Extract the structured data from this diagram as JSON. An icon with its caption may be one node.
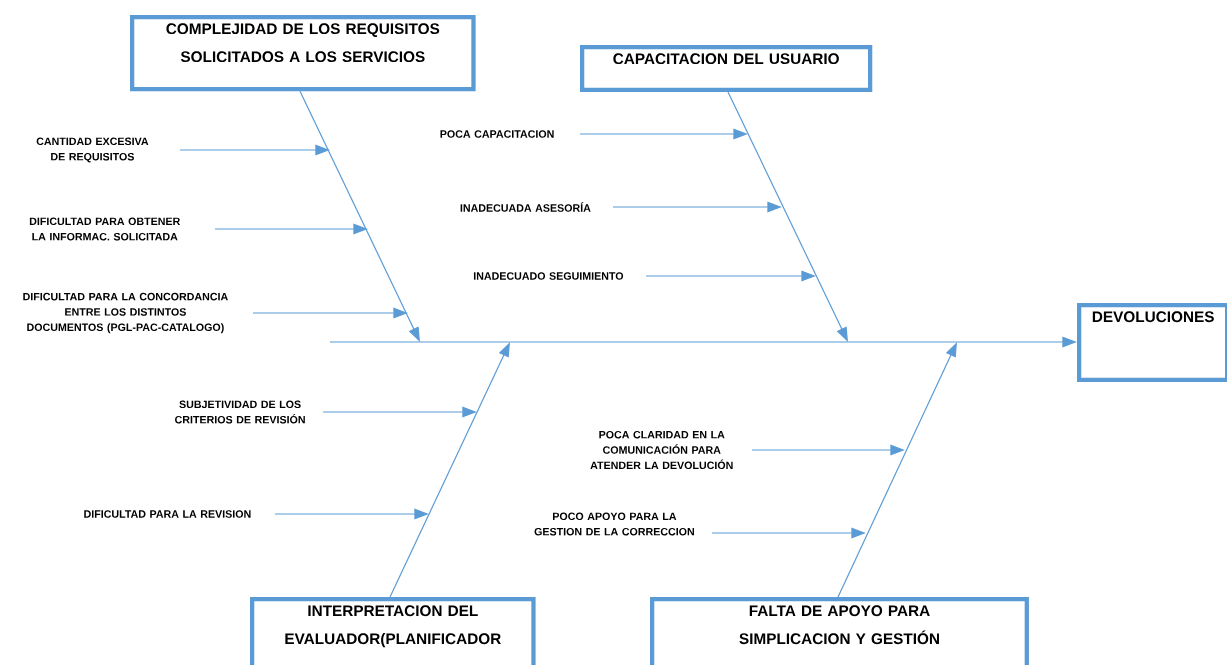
{
  "diagram": {
    "nodes": [
      {
        "text": [
          "COMPLEJIDAD DE LOS REQUISITOS SOLICITADOS A LOS SERVICIOS"
        ]
      },
      {
        "text": [
          "CAPACITACION DEL USUARIO"
        ]
      },
      {
        "text": [
          "DEVOLUCIONES"
        ]
      },
      {
        "text": [
          "INTERPRETACION DEL EVALUADOR(PLANIFICADOR"
        ]
      },
      {
        "text": [
          "FALTA DE APOYO PARA SIMPLICACION Y GESTIÓN"
        ]
      },
      {
        "text": [
          "CANTIDAD EXCESIVA DE REQUISITOS"
        ]
      },
      {
        "text": [
          "DIFICULTAD PARA OBTENER LA INFORMAC.  SOLICITADA"
        ]
      },
      {
        "text": [
          "DIFICULTAD PARA LA CONCORDANCIA ENTRE LOS DISTINTOS DOCUMENTOS (PGL-PAC-CATALOGO)"
        ]
      },
      {
        "text": [
          "POCA CAPACITACION"
        ]
      },
      {
        "text": [
          "INADECUADA ASESORÍA"
        ]
      },
      {
        "text": [
          "INADECUADO SEGUIMIENTO"
        ]
      },
      {
        "text": [
          "SUBJETIVIDAD DE LOS CRITERIOS DE REVISIÓN"
        ]
      },
      {
        "text": [
          "DIFICULTAD PARA LA REVISION"
        ]
      },
      {
        "text": [
          "POCA CLARIDAD EN LA COMUNICACIÓN PARA ATENDER LA DEVOLUCIÓN"
        ]
      },
      {
        "text": [
          "POCO APOYO PARA LA GESTION DE LA CORRECCION"
        ]
      }
    ],
    "edges": [
      {
        "from": null,
        "to": 2,
        "arrow": "to"
      },
      {
        "from": 0,
        "to": null,
        "arrow": "to"
      },
      {
        "from": 1,
        "to": null,
        "arrow": "to"
      },
      {
        "from": 3,
        "to": null,
        "arrow": "to"
      },
      {
        "from": 4,
        "to": null,
        "arrow": "to"
      },
      {
        "from": 5,
        "to": null,
        "arrow": "to"
      },
      {
        "from": 6,
        "to": null,
        "arrow": "to"
      },
      {
        "from": 7,
        "to": null,
        "arrow": "to"
      },
      {
        "from": 8,
        "to": null,
        "arrow": "to"
      },
      {
        "from": 9,
        "to": null,
        "arrow": "to"
      },
      {
        "from": 10,
        "to": null,
        "arrow": "to"
      },
      {
        "from": 11,
        "to": null,
        "arrow": "to"
      },
      {
        "from": 12,
        "to": null,
        "arrow": "to"
      },
      {
        "from": 13,
        "to": null,
        "arrow": "to"
      },
      {
        "from": 14,
        "to": null,
        "arrow": "to"
      }
    ]
  }
}
